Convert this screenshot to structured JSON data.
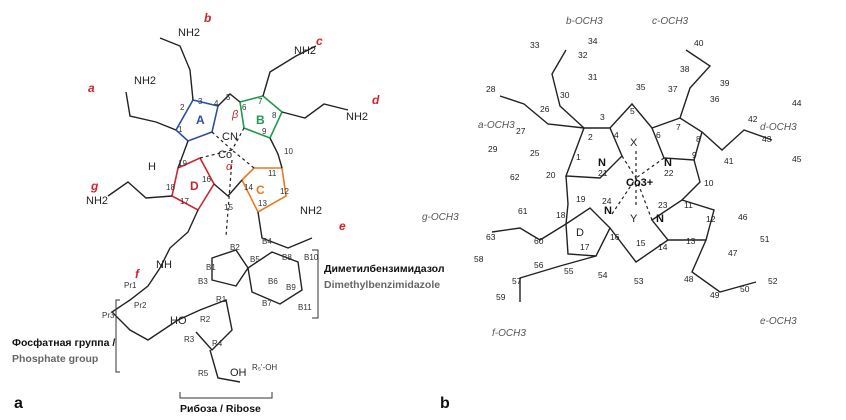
{
  "panel_a": {
    "label": "a",
    "side_chains": [
      "a",
      "b",
      "c",
      "d",
      "e",
      "f",
      "g"
    ],
    "rings": [
      "A",
      "B",
      "C",
      "D"
    ],
    "greek": [
      "β",
      "α"
    ],
    "metal": "Co",
    "ligand": "CN",
    "groups": [
      "NH2",
      "NH2",
      "NH2",
      "NH2",
      "NH2",
      "NH2",
      "NH",
      "HO",
      "OH",
      "H"
    ],
    "phosphate_ru": "Фосфатная группа /",
    "phosphate_en": "Phosphate group",
    "dmb_ru": "Диметилбензимидазол",
    "dmb_en": "Dimethylbenzimidazole",
    "ribose_label": "Рибоза / Ribose",
    "r5_oh": "R₅'-OH",
    "positions": [
      "1",
      "2",
      "3",
      "4",
      "5",
      "6",
      "7",
      "8",
      "9",
      "10",
      "11",
      "12",
      "13",
      "14",
      "15",
      "16",
      "17",
      "18",
      "19"
    ],
    "b_positions": [
      "B1",
      "B2",
      "B3",
      "B4",
      "B5",
      "B6",
      "B7",
      "B8",
      "B9",
      "B10",
      "B11"
    ],
    "r_positions": [
      "R1",
      "R2",
      "R3",
      "R4",
      "R5"
    ],
    "pr_positions": [
      "Pr1",
      "Pr2",
      "Pr3"
    ]
  },
  "panel_b": {
    "label": "b",
    "och3_labels": [
      "a-OCH3",
      "b-OCH3",
      "c-OCH3",
      "d-OCH3",
      "e-OCH3",
      "f-OCH3",
      "g-OCH3"
    ],
    "metal": "Co3+",
    "axial": [
      "X",
      "Y"
    ],
    "ring_d": "D",
    "n_labels": [
      "N",
      "N",
      "N",
      "N"
    ],
    "n_numbers": [
      "21",
      "22",
      "23",
      "24"
    ],
    "carbon_numbers": [
      "1",
      "2",
      "3",
      "4",
      "5",
      "6",
      "7",
      "8",
      "9",
      "10",
      "11",
      "12",
      "13",
      "14",
      "15",
      "16",
      "17",
      "18",
      "19",
      "20",
      "25",
      "26",
      "27",
      "28",
      "29",
      "30",
      "31",
      "32",
      "33",
      "34",
      "35",
      "36",
      "37",
      "38",
      "39",
      "40",
      "41",
      "42",
      "43",
      "44",
      "45",
      "46",
      "47",
      "48",
      "49",
      "50",
      "51",
      "52",
      "53",
      "54",
      "55",
      "56",
      "57",
      "58",
      "59",
      "60",
      "61",
      "62",
      "63"
    ]
  }
}
